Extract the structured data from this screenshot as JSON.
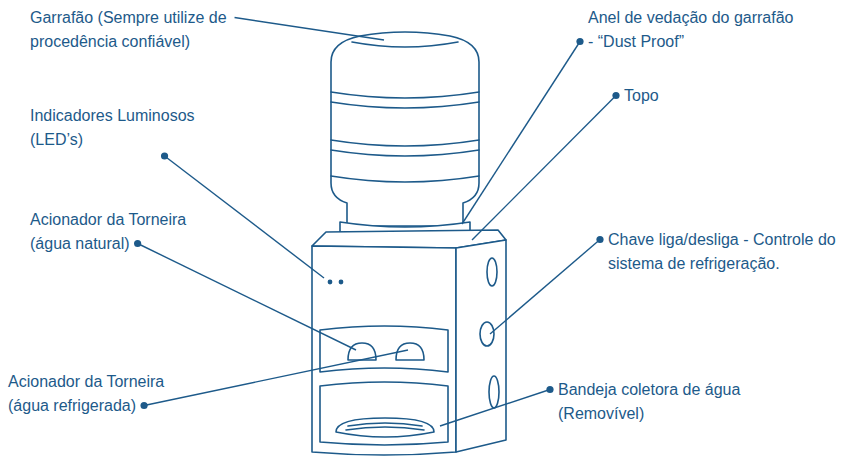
{
  "diagram": {
    "labels": [
      "Garrafão (Sempre utilize de procedência confiável)",
      "Anel de vedação do garrafão - “Dust Proof”",
      "Topo",
      "Indicadores Luminosos (LED’s)",
      "Acionador da Torneira (água natural)",
      "Chave liga/desliga - Controle do sistema de refrigeração.",
      "Acionador da Torneira (água refrigerada)",
      "Bandeja coletora de água (Removível)"
    ]
  }
}
